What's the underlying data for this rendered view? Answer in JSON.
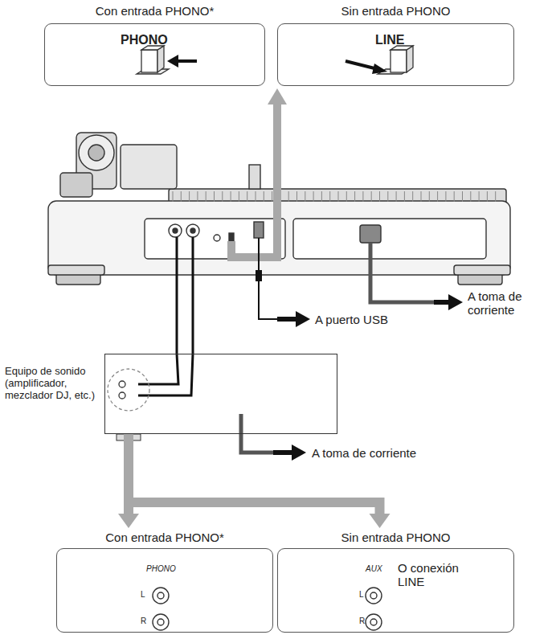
{
  "diagram": {
    "nodes": [
      {
        "text": [
          "Con entrada PHONO*",
          "PHONO"
        ]
      },
      {
        "text": [
          "Sin entrada PHONO",
          "LINE"
        ]
      },
      {
        "text": [
          "Equipo de sonido (amplificador, mezclador DJ, etc.)"
        ]
      },
      {
        "text": [
          "Con entrada PHONO*",
          "PHONO",
          "L",
          "R"
        ]
      },
      {
        "text": [
          "Sin entrada PHONO",
          "AUX",
          "L",
          "R",
          "O conexión LINE"
        ]
      }
    ],
    "edges": [
      {
        "from": 2,
        "to": 3,
        "arrow": "to"
      },
      {
        "from": 2,
        "to": 4,
        "arrow": "to"
      }
    ],
    "labels": [
      "A puerto USB",
      "A toma de corriente",
      "A toma de corriente"
    ]
  }
}
